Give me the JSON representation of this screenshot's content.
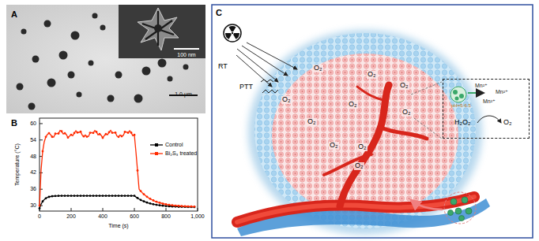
{
  "diagram": {
    "nodes": [
      {
        "text": [
          "Mn²⁺",
          "Mn²⁺",
          "Mn²⁺",
          "pH=5-6.5",
          "H₂O₂",
          "O₂"
        ]
      }
    ],
    "labels": [
      "A",
      "100 nm",
      "1.0 μm",
      "B",
      "60",
      "54",
      "48",
      "42",
      "36",
      "30",
      "Temperature (°C)",
      "0",
      "200",
      "400",
      "600",
      "800",
      "1,000",
      "Time (s)",
      "C",
      "RT",
      "PTT",
      "O₂",
      "O₂",
      "O₂",
      "O₂",
      "O₂",
      "O₂",
      "O₂",
      "O₂",
      "O₂",
      "O₂"
    ],
    "legend": [
      {
        "text": "Control"
      },
      {
        "text": "Bi₂S₃ treated"
      }
    ]
  }
}
